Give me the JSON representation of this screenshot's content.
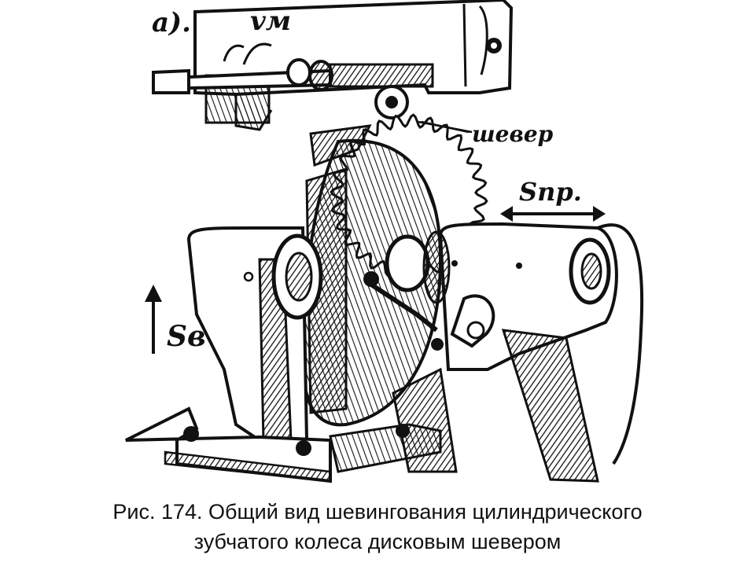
{
  "figure": {
    "label_a": "а).",
    "label_vm": "vм",
    "label_shever": "шевер",
    "label_spr": "Sпр.",
    "label_sv": "Sв"
  },
  "caption": {
    "line1": "Рис. 174. Общий вид шевингования цилиндрического",
    "line2": "зубчатого колеса дисковым шевером"
  }
}
